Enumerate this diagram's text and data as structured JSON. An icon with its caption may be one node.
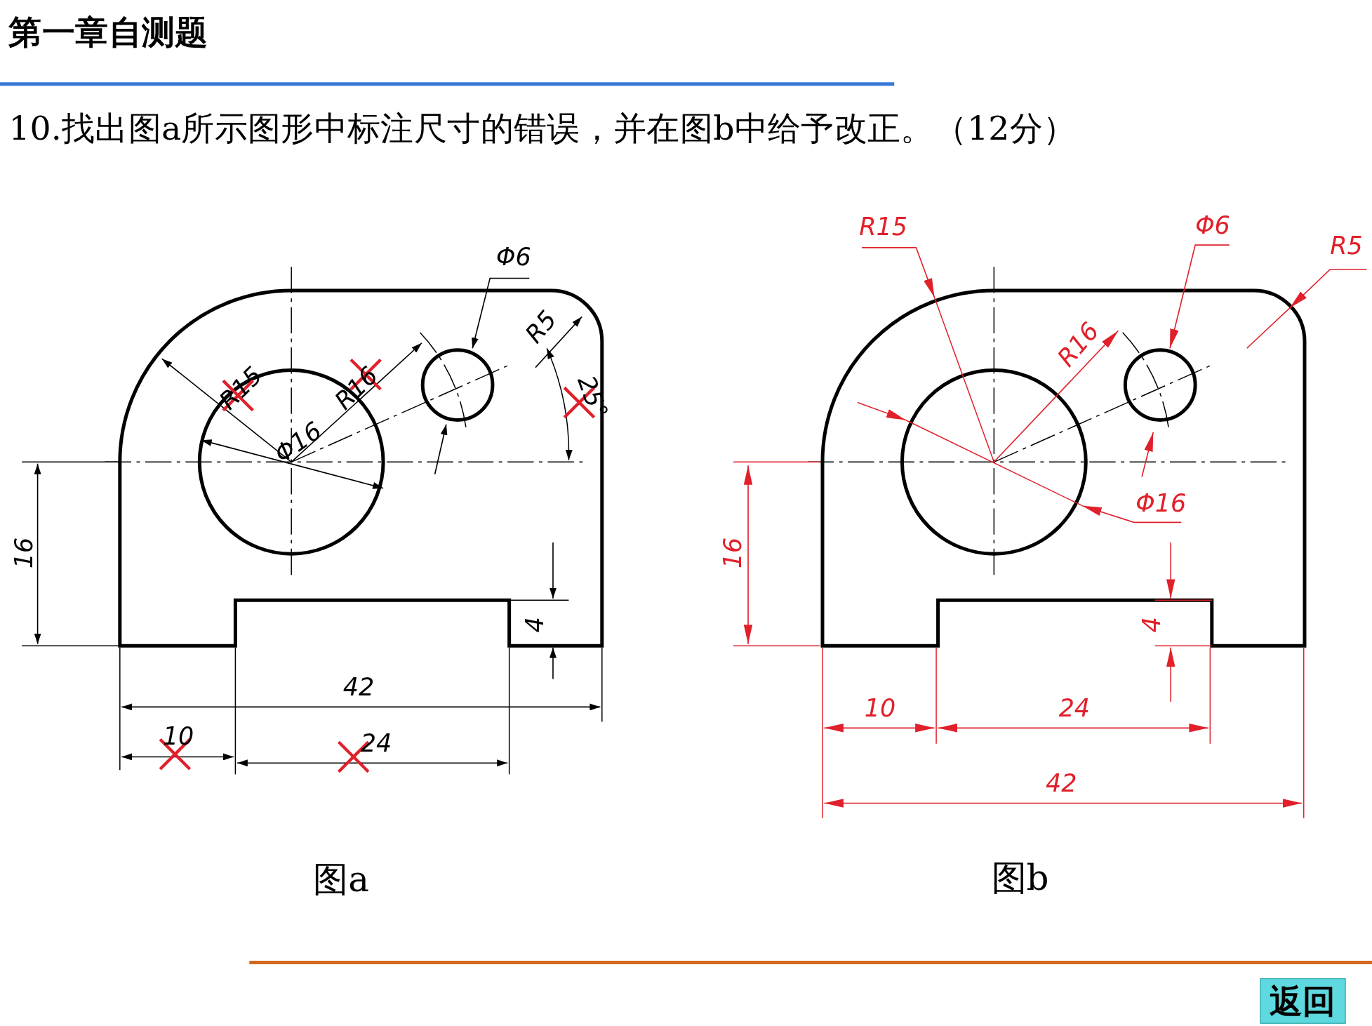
{
  "diagram": {
    "title": "第一章自测题",
    "labels": [
      "10.找出图a所示图形中标注尺寸的错误，并在图b中给予改正。（12分）",
      "Φ6",
      "R5",
      "R15",
      "R16",
      "25°",
      "Φ16",
      "16",
      "4",
      "42",
      "10",
      "24",
      "图a",
      "R15",
      "Φ6",
      "R5",
      "R16",
      "Φ16",
      "16",
      "4",
      "10",
      "24",
      "42",
      "图b",
      "返回"
    ]
  }
}
